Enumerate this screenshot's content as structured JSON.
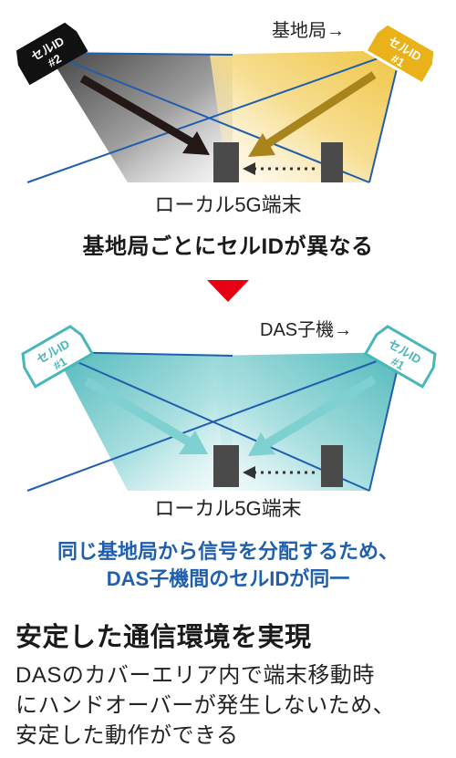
{
  "top_diagram": {
    "cell_left_label": "セルID\n#2",
    "cell_right_label": "セルID\n#1",
    "base_station_label": "基地局→",
    "terminal_label": "ローカル5G端末",
    "caption": "基地局ごとにセルIDが異なる",
    "colors": {
      "left_beam": "#555555",
      "right_beam": "#e9b21a",
      "arrow_left": "#231815",
      "arrow_right": "#a8841c",
      "line": "#1f5fae"
    }
  },
  "bottom_diagram": {
    "cell_left_label": "セルID\n#1",
    "cell_right_label": "セルID\n#1",
    "das_label": "DAS子機→",
    "terminal_label": "ローカル5G端末",
    "caption_lines": [
      "同じ基地局から信号を分配するため、",
      "DAS子機間のセルIDが同一"
    ],
    "colors": {
      "beam": "#5fc3c4",
      "arrow": "#7fd0d0",
      "line": "#1f5fae"
    }
  },
  "transition_arrow_color": "#e60012",
  "summary": {
    "title": "安定した通信環境を実現",
    "body_lines": [
      "DASのカバーエリア内で端末移動時",
      "にハンドオーバーが発生しないため、",
      "安定した動作ができる"
    ]
  }
}
